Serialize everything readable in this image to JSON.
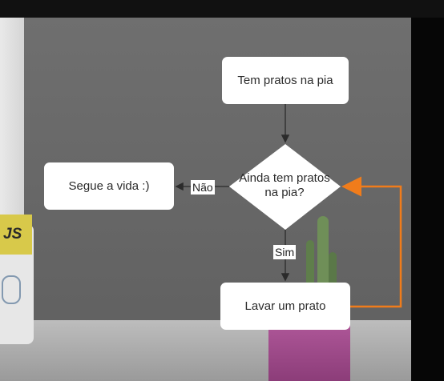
{
  "flowchart": {
    "nodes": {
      "start": "Tem pratos na pia",
      "decision": "Ainda tem pratos na pia?",
      "end": "Segue a vida :)",
      "action": "Lavar um prato"
    },
    "edge_labels": {
      "no": "Não",
      "yes": "Sim"
    },
    "colors": {
      "loop_arrow": "#f07c1b",
      "node_fill": "#ffffff",
      "connector": "#2b2b2b"
    }
  },
  "background": {
    "mug_label": "JS"
  }
}
